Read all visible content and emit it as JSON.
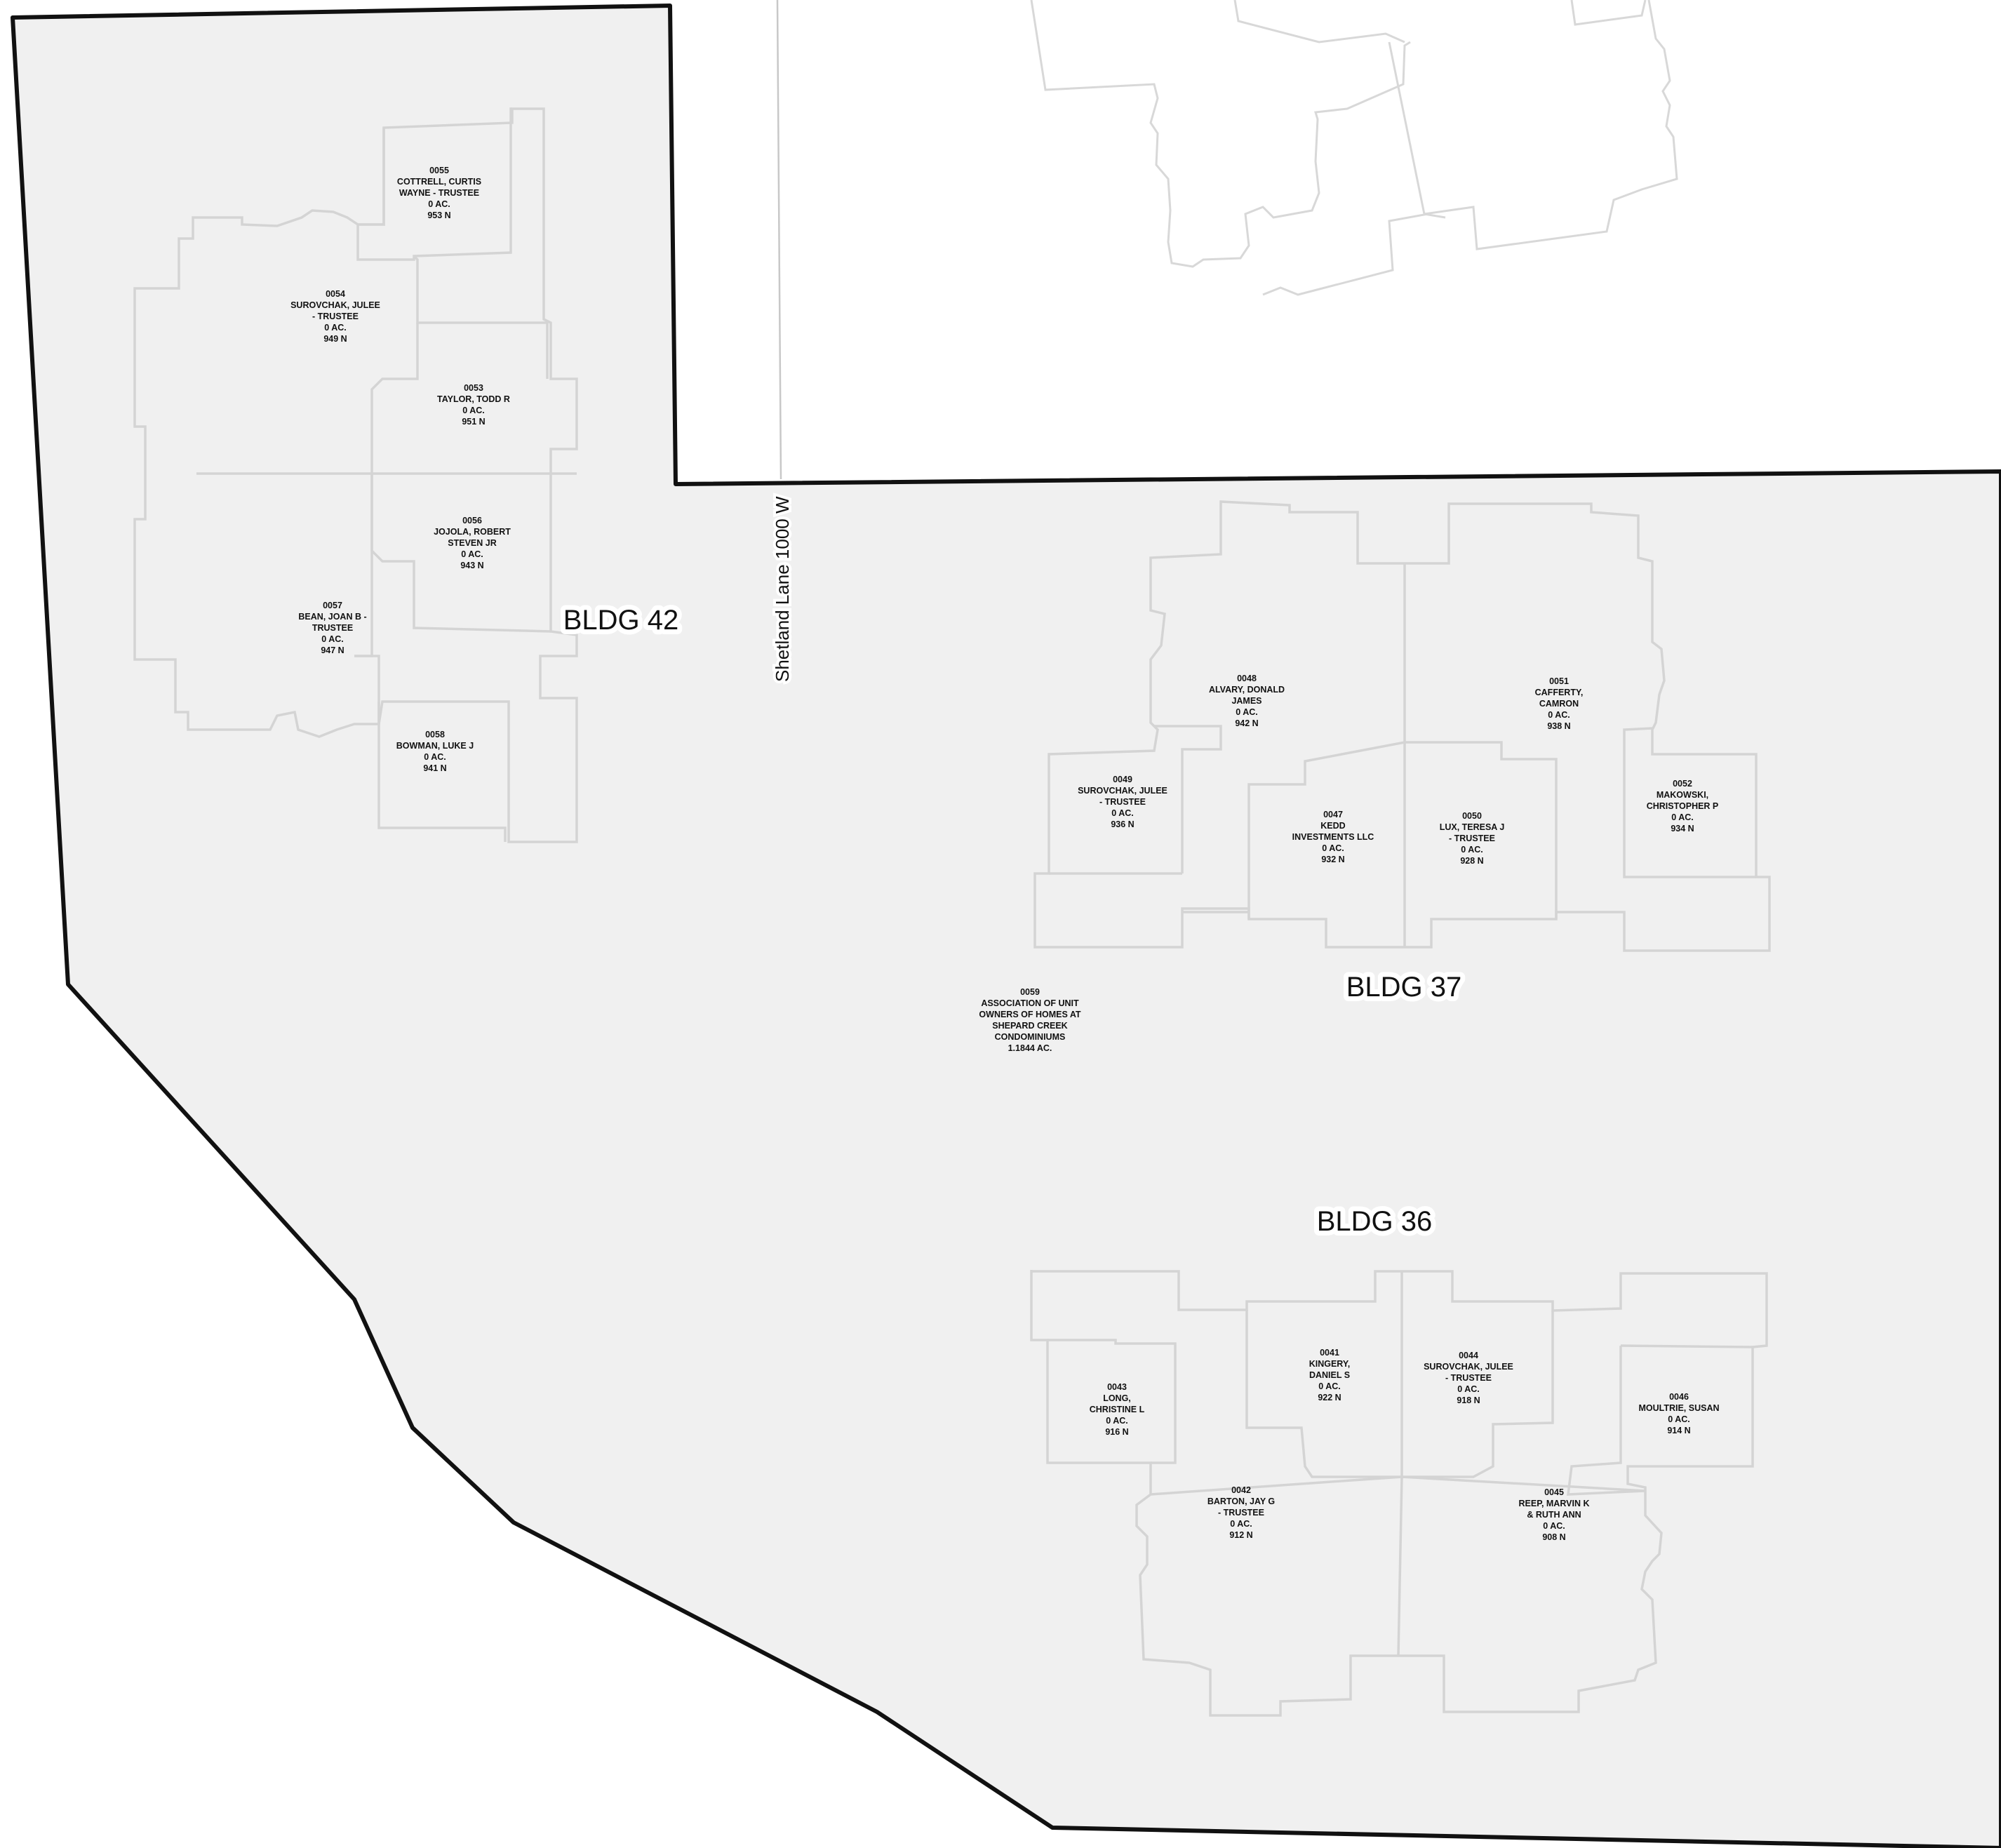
{
  "street": {
    "name": "Shetland Lane  1000 W"
  },
  "buildings": [
    {
      "id": "bldg-42",
      "label": "BLDG 42"
    },
    {
      "id": "bldg-37",
      "label": "BLDG 37"
    },
    {
      "id": "bldg-36",
      "label": "BLDG 36"
    }
  ],
  "units": [
    {
      "lines": [
        "0055",
        "COTTRELL, CURTIS",
        "WAYNE - TRUSTEE",
        "0 AC.",
        "953 N"
      ]
    },
    {
      "lines": [
        "0054",
        "SUROVCHAK, JULEE",
        "- TRUSTEE",
        "0 AC.",
        "949 N"
      ]
    },
    {
      "lines": [
        "0053",
        "TAYLOR, TODD R",
        "0 AC.",
        "951 N"
      ]
    },
    {
      "lines": [
        "0056",
        "JOJOLA, ROBERT",
        "STEVEN JR",
        "0 AC.",
        "943 N"
      ]
    },
    {
      "lines": [
        "0057",
        "BEAN, JOAN B -",
        "TRUSTEE",
        "0 AC.",
        "947 N"
      ]
    },
    {
      "lines": [
        "0058",
        "BOWMAN, LUKE J",
        "0 AC.",
        "941 N"
      ]
    },
    {
      "lines": [
        "0048",
        "ALVARY, DONALD",
        "JAMES",
        "0 AC.",
        "942 N"
      ]
    },
    {
      "lines": [
        "0051",
        "CAFFERTY,",
        "CAMRON",
        "0 AC.",
        "938 N"
      ]
    },
    {
      "lines": [
        "0049",
        "SUROVCHAK, JULEE",
        "- TRUSTEE",
        "0 AC.",
        "936 N"
      ]
    },
    {
      "lines": [
        "0047",
        "KEDD",
        "INVESTMENTS LLC",
        "0 AC.",
        "932 N"
      ]
    },
    {
      "lines": [
        "0050",
        "LUX, TERESA J",
        "- TRUSTEE",
        "0 AC.",
        "928 N"
      ]
    },
    {
      "lines": [
        "0052",
        "MAKOWSKI,",
        "CHRISTOPHER P",
        "0 AC.",
        "934 N"
      ]
    },
    {
      "lines": [
        "0059",
        "ASSOCIATION OF UNIT",
        "OWNERS OF HOMES AT",
        "SHEPARD CREEK",
        "CONDOMINIUMS",
        "1.1844 AC."
      ]
    },
    {
      "lines": [
        "0041",
        "KINGERY,",
        "DANIEL S",
        "0 AC.",
        "922 N"
      ]
    },
    {
      "lines": [
        "0044",
        "SUROVCHAK, JULEE",
        "- TRUSTEE",
        "0 AC.",
        "918 N"
      ]
    },
    {
      "lines": [
        "0043",
        "LONG,",
        "CHRISTINE L",
        "0 AC.",
        "916 N"
      ]
    },
    {
      "lines": [
        "0046",
        "MOULTRIE, SUSAN",
        "0 AC.",
        "914 N"
      ]
    },
    {
      "lines": [
        "0042",
        "BARTON, JAY G",
        "- TRUSTEE",
        "0 AC.",
        "912 N"
      ]
    },
    {
      "lines": [
        "0045",
        "REEP, MARVIN K",
        "& RUTH ANN",
        "0 AC.",
        "908 N"
      ]
    }
  ]
}
